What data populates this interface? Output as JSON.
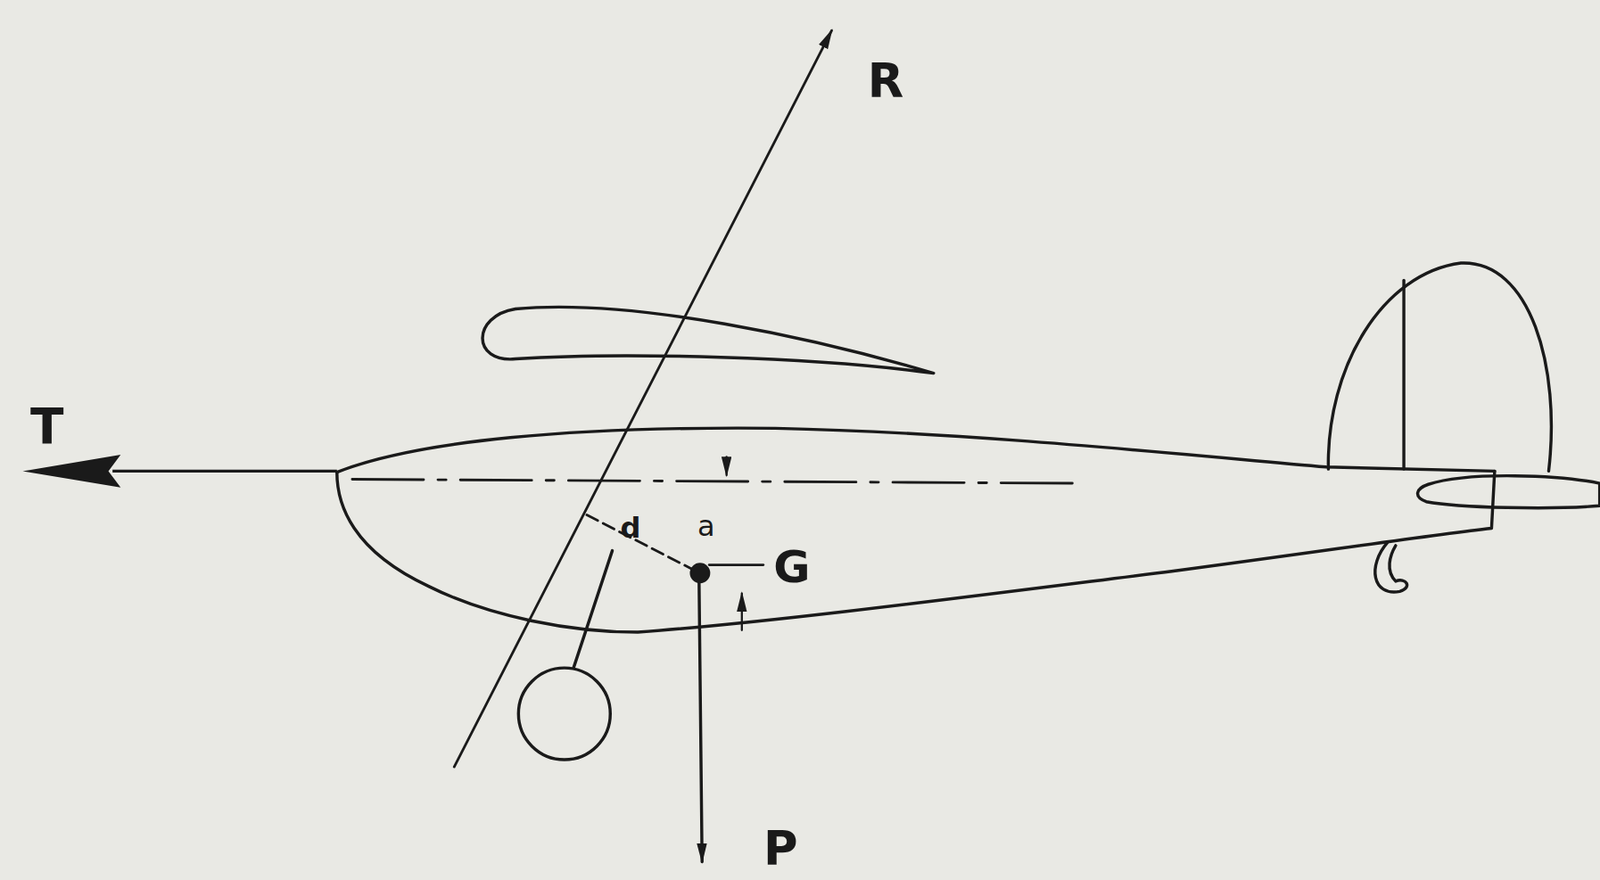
{
  "diagram": {
    "labels": [
      "R",
      "T",
      "d",
      "a",
      "G",
      "P"
    ]
  }
}
